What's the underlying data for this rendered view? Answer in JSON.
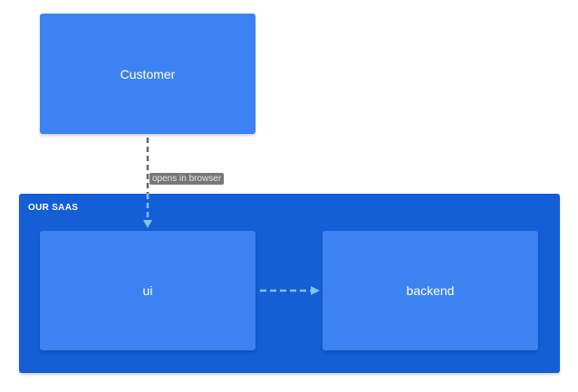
{
  "nodes": {
    "customer": "Customer",
    "ui": "ui",
    "backend": "backend"
  },
  "boundary": {
    "label": "OUR SAAS"
  },
  "edges": {
    "customer_to_ui_label": "opens in browser"
  },
  "colors": {
    "node": "#3d82f2",
    "boundary": "#145ed6",
    "edge_external": "#666666",
    "edge_internal": "#7fc4f2",
    "label_bg": "#777777"
  }
}
